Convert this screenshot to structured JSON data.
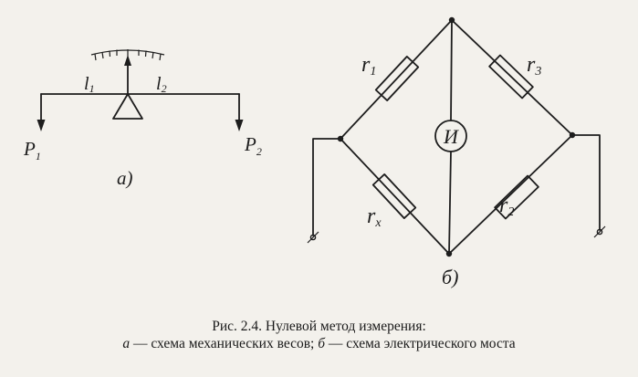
{
  "figure": {
    "caption_line1": "Рис. 2.4. Нулевой метод измерения:",
    "caption_a_letter": "а",
    "caption_a_text": " — схема механических весов; ",
    "caption_b_letter": "б",
    "caption_b_text": " — схема электрического моста"
  },
  "scale_diagram": {
    "label": "а)",
    "arm_left": "l",
    "arm_left_sub": "1",
    "arm_right": "l",
    "arm_right_sub": "2",
    "weight_left": "P",
    "weight_left_sub": "1",
    "weight_right": "P",
    "weight_right_sub": "2"
  },
  "bridge_diagram": {
    "label": "б)",
    "r1": "r",
    "r1_sub": "1",
    "r3": "r",
    "r3_sub": "3",
    "rx": "r",
    "rx_sub": "x",
    "r2": "r",
    "r2_sub": "2",
    "meter": "И"
  }
}
